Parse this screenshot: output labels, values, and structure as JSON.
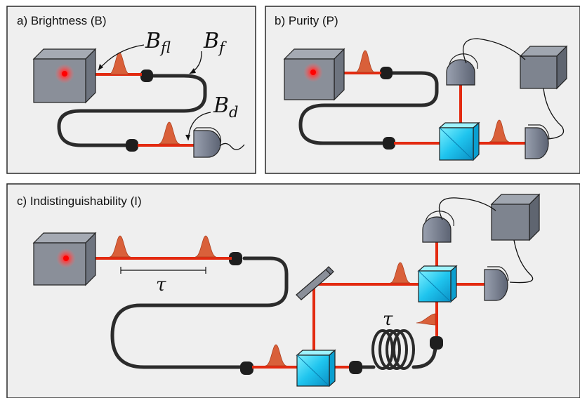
{
  "panels": {
    "a": {
      "title": "a) Brightness (B)"
    },
    "b": {
      "title": "b) Purity (P)"
    },
    "c": {
      "title": "c) Indistinguishability (I)"
    }
  },
  "labels": {
    "b_fl": {
      "main": "B",
      "sub": "fl"
    },
    "b_f": {
      "main": "B",
      "sub": "f"
    },
    "b_d": {
      "main": "B",
      "sub": "d"
    },
    "tau_delay": "τ",
    "tau_coil": "τ"
  },
  "colors": {
    "beam": "#e32a10",
    "fiber": "#2b2b2b",
    "source_box": "#8a8f99",
    "detector": "#7d8494",
    "beamsplitter": "#1fc4ee",
    "pulse": "#d9603a"
  },
  "icons": [
    "source-box-icon",
    "detector-icon",
    "beamsplitter-icon",
    "mirror-icon",
    "fiber-connector-icon",
    "correlator-box-icon",
    "fiber-coil-icon",
    "photon-pulse-icon"
  ]
}
